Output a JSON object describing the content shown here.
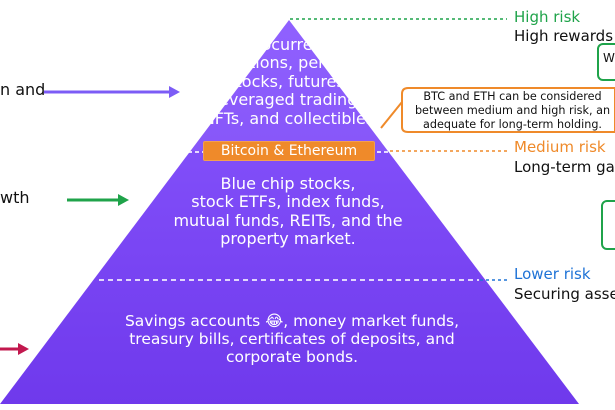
{
  "colors": {
    "pyramid": "#7a42f4",
    "pyramid_light": "#8b56ff",
    "orange": "#ef8a2a",
    "green": "#1fa34a",
    "blue": "#1f73d6",
    "left_arrow_top": "#7c5cf6",
    "left_arrow_mid": "#1fa34a",
    "left_arrow_bottom": "#c2184e"
  },
  "pyramid": {
    "top_text": "Cryptocurrencies,\noptions, penny\nstocks, futures,\nleveraged trading,\nNFTs, and collectibles",
    "badge_text": "Bitcoin & Ethereum",
    "middle_text": "Blue chip stocks,\nstock ETFs, index funds,\nmutual funds, REITs, and the\nproperty market.",
    "bottom_text": "Savings accounts 😂, money market funds,\ntreasury bills, certificates of deposits, and\ncorporate bonds."
  },
  "left": {
    "top_fragment": "n and",
    "middle_fragment": "wth"
  },
  "right": {
    "high_risk": "High risk",
    "high_rewards": "High rewards",
    "high_box_fragment": "W",
    "medium_risk": "Medium risk",
    "medium_sub": "Long-term ga",
    "lower_risk": "Lower risk",
    "lower_sub": "Securing asse"
  },
  "note": {
    "text": "BTC and ETH can be considered\nbetween medium and high risk, an\nadequate for long-term holding."
  }
}
